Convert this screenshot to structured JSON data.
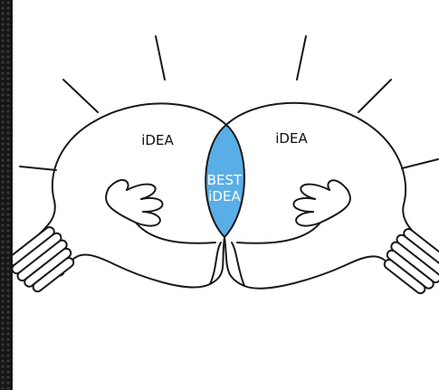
{
  "illustration": {
    "left_bulb_label": "iDEA",
    "right_bulb_label": "iDEA",
    "overlap_label_line1": "BEST",
    "overlap_label_line2": "iDEA"
  },
  "colors": {
    "overlap_fill": "#5aaee6",
    "stroke": "#1a1a1a",
    "background": "#ffffff",
    "frame": "#161616"
  },
  "icons": [
    "light-bulb-icon",
    "light-bulb-icon"
  ]
}
